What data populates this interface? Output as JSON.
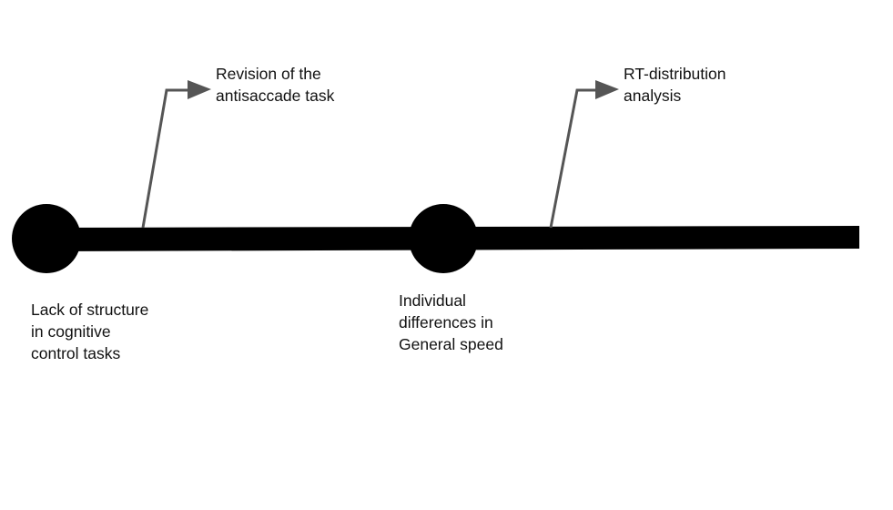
{
  "diagram": {
    "colors": {
      "timeline": "#000000",
      "arrow": "#555555",
      "text": "#111111"
    },
    "milestones": [
      {
        "label": "Lack of structure\nin cognitive\ncontrol tasks"
      },
      {
        "label": "Individual\ndifferences in\nGeneral speed"
      }
    ],
    "branches": [
      {
        "label": "Revision of the\nantisaccade task"
      },
      {
        "label": "RT-distribution\nanalysis"
      }
    ]
  }
}
